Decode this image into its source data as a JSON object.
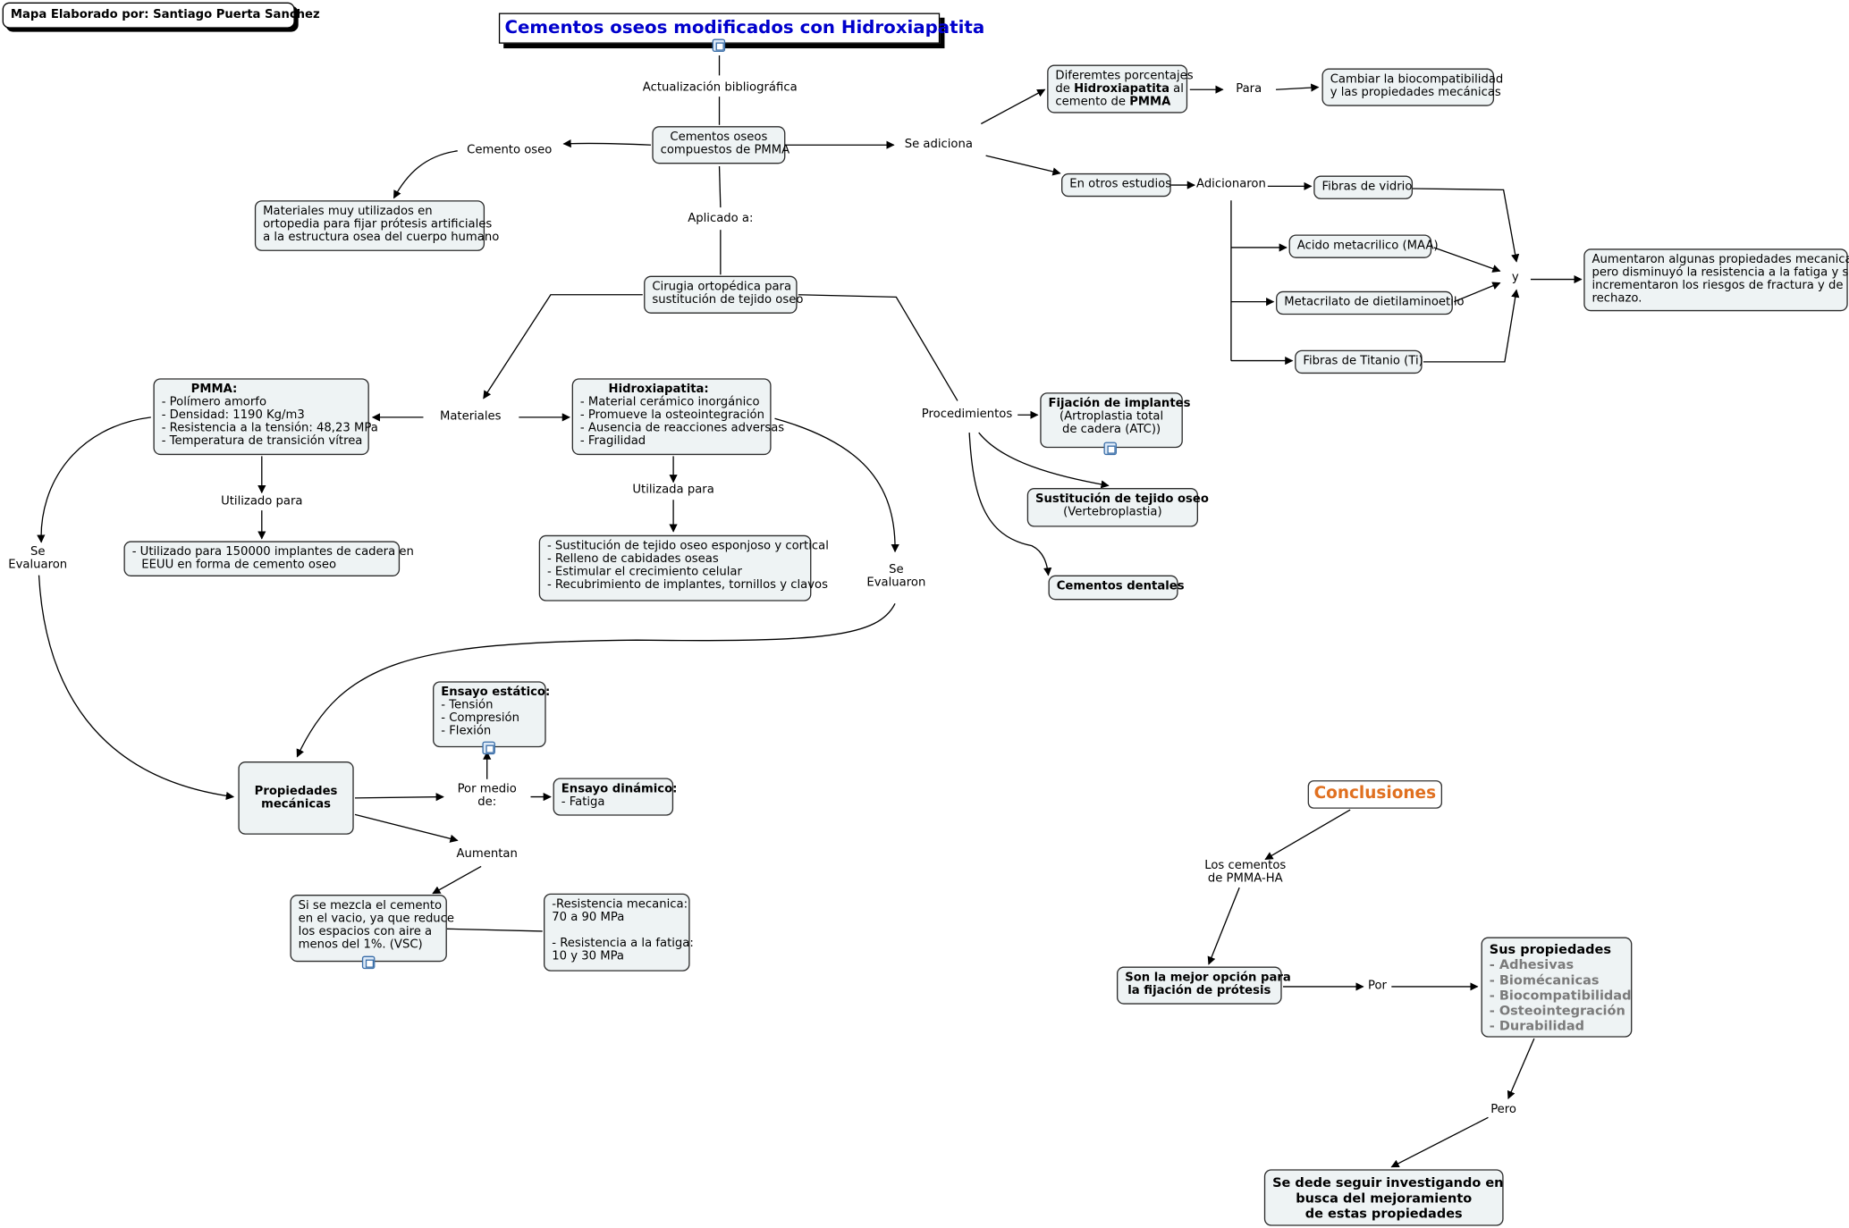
{
  "author": "Mapa Elaborado por: Santiago Puerta Sanchez",
  "title": "Cementos oseos modificados con Hidroxiapatita",
  "labels": {
    "actualizacion": "Actualización bibliográfica",
    "cemento_oseo": "Cemento oseo",
    "se_adiciona": "Se adiciona",
    "aplicado": "Aplicado a:",
    "para": "Para",
    "adicionaron": "Adicionaron",
    "y": "y",
    "materiales": "Materiales",
    "procedimientos": "Procedimientos",
    "utilizado_para": "Utilizado para",
    "utilizada_para": "Utilizada para",
    "se_evaluaron_1": "Se",
    "se_evaluaron_2": "Evaluaron",
    "por_medio_1": "Por medio",
    "por_medio_2": "de:",
    "aumentan": "Aumentan",
    "los_cementos_1": "Los cementos",
    "los_cementos_2": "de PMMA-HA",
    "por": "Por",
    "pero": "Pero"
  },
  "nodes": {
    "compuestos": [
      "Cementos oseos",
      "compuestos de PMMA"
    ],
    "materiales_muy": [
      "Materiales muy utilizados en",
      "ortopedia para fijar prótesis artificiales",
      "a la estructura osea del cuerpo humano"
    ],
    "diferentes": {
      "l1": "Diferemtes porcentajes",
      "l2a": "de ",
      "l2b": "Hidroxiapatita",
      "l2c": " al",
      "l3a": "cemento de ",
      "l3b": "PMMA"
    },
    "cambiar": [
      "Cambiar la biocompatibilidad",
      "y las propiedades mecánicas"
    ],
    "otros_estudios": "En otros estudios",
    "fibras_vidrio": "Fibras de vidrio",
    "acido": "Acido metacrilico (MAA)",
    "metacrilato": "Metacrilato de dietilaminoetilo",
    "fibras_titanio": "Fibras de Titanio (Ti)",
    "aumentaron": [
      "Aumentaron algunas propiedades mecanicas,",
      "pero disminuyó la resistencia a la fatiga y se",
      "incrementaron los riesgos de fractura y de",
      "rechazo."
    ],
    "cirugia": [
      "Cirugia ortopédica para",
      "sustitución de tejido oseo"
    ],
    "pmma_title": "PMMA:",
    "pmma_items": [
      "- Polímero amorfo",
      "- Densidad: 1190 Kg/m3",
      "- Resistencia a la tensión: 48,23 MPa",
      "- Temperatura de transición vítrea"
    ],
    "ha_title": "Hidroxiapatita:",
    "ha_items": [
      "- Material cerámico inorgánico",
      "- Promueve la osteointegración",
      "- Ausencia de reacciones adversas",
      "- Fragilidad"
    ],
    "fijacion_title": "Fijación de implantes",
    "fijacion_lines": [
      "(Artroplastia total",
      "de cadera (ATC))"
    ],
    "sustitucion_title": "Sustitución de tejido oseo",
    "sustitucion_sub": "(Vertebroplastia)",
    "cementos_dentales": "Cementos dentales",
    "utilizado_150000": [
      "- Utilizado para 150000 implantes de cadera en",
      "EEUU en forma de cemento oseo"
    ],
    "sustitucion_list": [
      "- Sustitución de tejido oseo esponjoso y cortical",
      "- Relleno de cabidades oseas",
      "- Estimular el crecimiento celular",
      "- Recubrimiento de implantes, tornillos y clavos"
    ],
    "ensayo_estatico_title": "Ensayo estático:",
    "ensayo_estatico_items": [
      "- Tensión",
      "- Compresión",
      "- Flexión"
    ],
    "propiedades": [
      "Propiedades",
      "mecánicas"
    ],
    "ensayo_dinamico_title": "Ensayo dinámico:",
    "ensayo_dinamico_item": "- Fatiga",
    "si_se_mezcla": [
      "Si se mezcla el cemento",
      "en el vacio, ya que reduce",
      "los espacios con aire a",
      "menos del 1%.  (VSC)"
    ],
    "resistencia": [
      "-Resistencia mecanica:",
      "70 a 90 MPa",
      "",
      "- Resistencia a la fatiga:",
      "10 y 30 MPa"
    ],
    "conclusiones": "Conclusiones",
    "mejor_opcion": [
      "Son la mejor opción para",
      "la fijación de prótesis"
    ],
    "sus_propiedades": "Sus propiedades",
    "propiedades_items": [
      "- Adhesivas",
      "- Biomécanicas",
      "- Biocompatibilidad",
      "- Osteointegración",
      "- Durabilidad"
    ],
    "seguir": [
      "Se dede seguir investigando en",
      "busca del mejoramiento",
      "de estas propiedades"
    ]
  },
  "colors": {
    "title": "#0000cc",
    "conclusiones": "#e07020",
    "node_fill": "#eef3f4",
    "grey_text": "#7a7a7a"
  }
}
